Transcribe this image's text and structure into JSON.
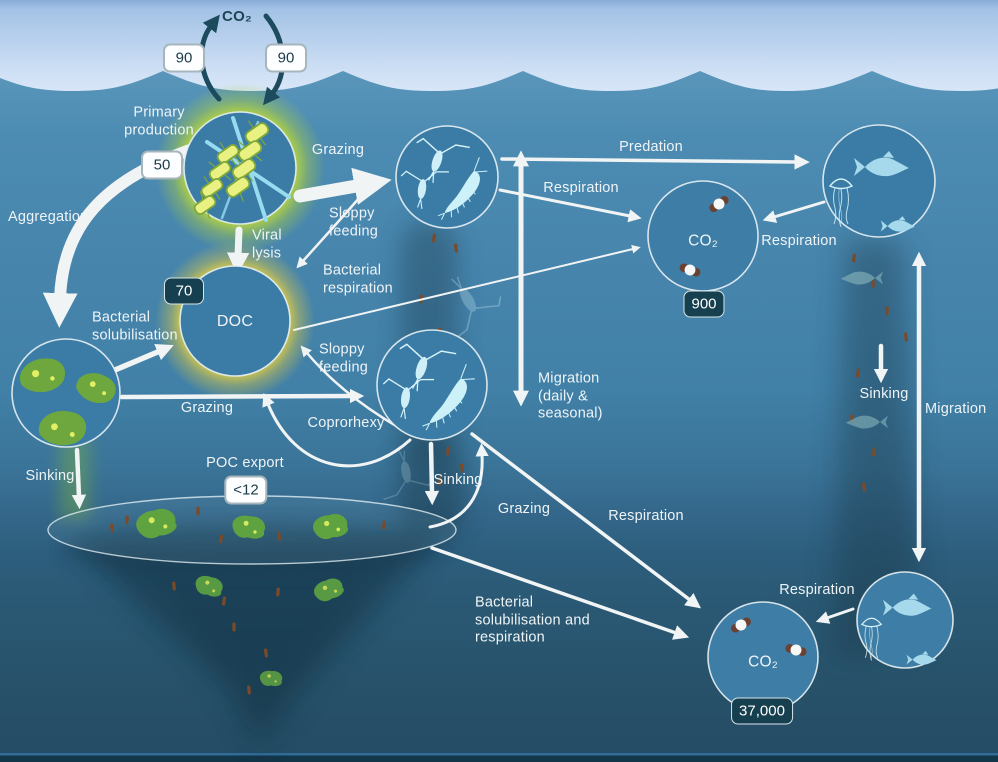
{
  "colors": {
    "sky_top": "#8fb3dd",
    "sky_bottom": "#e9f2fc",
    "ocean_surface": "#5a96ba",
    "ocean_mid": "#3a7397",
    "ocean_deep": "#244c64",
    "seafloor_band": "#143649",
    "node_fill": "#3b7ca6",
    "arrow_white": "#f1f4f4",
    "co2_cycle_arrow": "#1d4b5e",
    "glow_green": "#b2d44a",
    "glow_yellow": "#dccd49",
    "diatom_yellow": "#eaf183",
    "bacteria_green": "#6da73e",
    "aggregate_green": "#5fa341",
    "pellet_brown": "#7b4a28",
    "fish_blue": "#a6d9ec",
    "zooplankton_cyan": "#cfeff8",
    "badge_light_bg": "#fdfeff",
    "badge_dark_bg": "#16404f"
  },
  "atmosphere": {
    "co2_label": "CO₂",
    "flux_up": "90",
    "flux_down": "90"
  },
  "surface": {
    "primary_production_label": "Primary\nproduction",
    "primary_production_value": "50",
    "grazing": "Grazing",
    "sloppy_feeding": "Sloppy\nfeeding",
    "viral_lysis": "Viral\nlysis",
    "aggregation": "Aggregation"
  },
  "doc": {
    "label": "DOC",
    "value": "70",
    "bacterial_respiration": "Bacterial\nrespiration",
    "bacterial_solubilisation": "Bacterial\nsolubilisation",
    "grazing": "Grazing",
    "sloppy_feeding": "Sloppy\nfeeding",
    "coprorhexy": "Coprorhexy"
  },
  "export_zone": {
    "poc_label": "POC export",
    "poc_value": "<12",
    "sinking_left": "Sinking",
    "sinking_mid": "Sinking",
    "grazing_deep": "Grazing"
  },
  "midwater": {
    "migration": "Migration\n(daily &\nseasonal)",
    "predation": "Predation",
    "respiration_zooplankton": "Respiration",
    "respiration_fish": "Respiration",
    "co2_label": "CO₂",
    "co2_value": "900",
    "sinking_right": "Sinking",
    "migration_right": "Migration"
  },
  "deep": {
    "respiration_zooplankton": "Respiration",
    "bacterial_solub_resp": "Bacterial\nsolubilisation and\nrespiration",
    "respiration_fish": "Respiration",
    "co2_label": "CO₂",
    "co2_value": "37,000"
  }
}
